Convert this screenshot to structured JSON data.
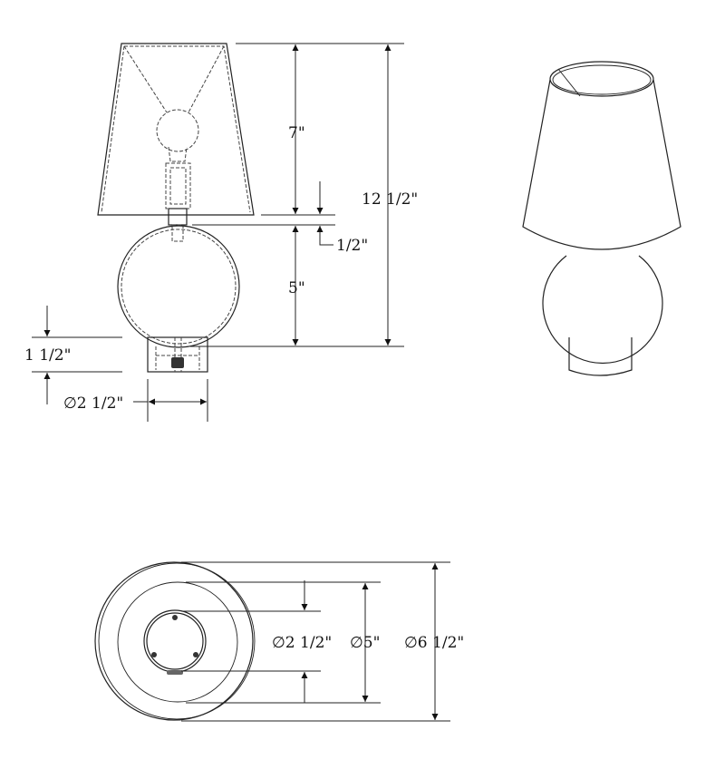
{
  "front_view": {
    "shade_height": "7\"",
    "gap": "1/2\"",
    "sphere_height": "5\"",
    "overall_height": "12 1/2\"",
    "base_height": "1 1/2\"",
    "base_diameter": "∅2 1/2\""
  },
  "bottom_view": {
    "base_diameter": "∅2 1/2\"",
    "sphere_diameter": "∅5\"",
    "shade_diameter": "∅6 1/2\""
  },
  "line_color": "#222222"
}
